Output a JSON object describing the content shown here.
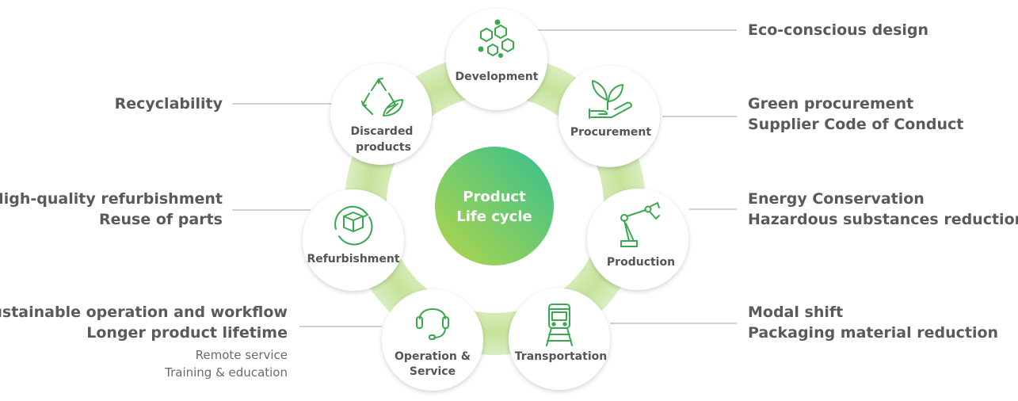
{
  "center": {
    "line1": "Product",
    "line2": "Life cycle"
  },
  "stages": [
    {
      "id": "development",
      "label_lines": [
        "Development"
      ],
      "icon": "hexagon-molecule-icon"
    },
    {
      "id": "procurement",
      "label_lines": [
        "Procurement"
      ],
      "icon": "hand-plant-icon"
    },
    {
      "id": "production",
      "label_lines": [
        "Production"
      ],
      "icon": "robot-arm-icon"
    },
    {
      "id": "transportation",
      "label_lines": [
        "Transportation"
      ],
      "icon": "train-icon"
    },
    {
      "id": "operation",
      "label_lines": [
        "Operation &",
        "Service"
      ],
      "icon": "headset-icon"
    },
    {
      "id": "refurbishment",
      "label_lines": [
        "Refurbishment"
      ],
      "icon": "box-cycle-icon"
    },
    {
      "id": "discarded",
      "label_lines": [
        "Discarded",
        "products"
      ],
      "icon": "recycle-leaf-icon"
    }
  ],
  "annotations": {
    "development": [
      "Eco-conscious design"
    ],
    "procurement": [
      "Green procurement",
      "Supplier Code of Conduct"
    ],
    "production": [
      "Energy Conservation",
      "Hazardous substances reduction"
    ],
    "transportation": [
      "Modal shift",
      "Packaging material reduction"
    ],
    "operation": [
      "Sustainable operation and workflow",
      "Longer product lifetime"
    ],
    "operation_sub": [
      "Remote service",
      "Training & education"
    ],
    "refurbishment": [
      "High-quality refurbishment",
      "Reuse of parts"
    ],
    "discarded": [
      "Recyclability"
    ]
  },
  "colors": {
    "icon_green": "#3aa84f",
    "ring_light": "#dcefc4",
    "ring_mid": "#b9dd8a",
    "center_start": "#a9d352",
    "center_end": "#3ec18a",
    "connector_line": "#9a9a9a",
    "text": "#5a5a5a"
  }
}
